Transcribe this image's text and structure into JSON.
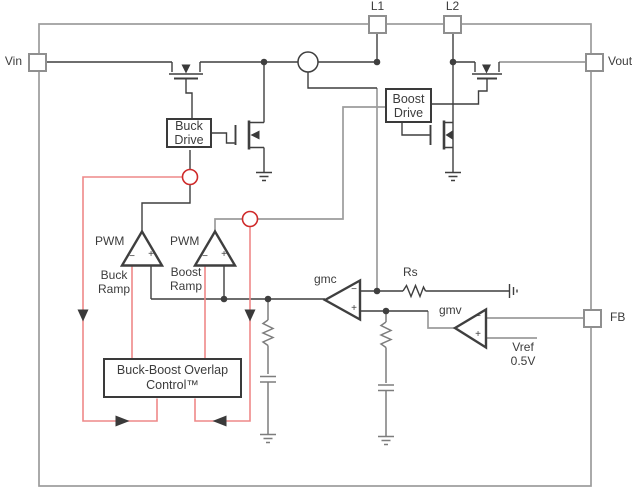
{
  "diagram": {
    "terminals": {
      "vin": "Vin",
      "l1": "L1",
      "l2": "L2",
      "vout": "Vout",
      "fb": "FB"
    },
    "blocks": {
      "buck_drive": {
        "line1": "Buck",
        "line2": "Drive"
      },
      "boost_drive": {
        "line1": "Boost",
        "line2": "Drive"
      },
      "overlap_control": {
        "line1": "Buck-Boost Overlap",
        "line2": "Control™"
      }
    },
    "comparators": {
      "buck": {
        "label": "PWM",
        "ramp_line1": "Buck",
        "ramp_line2": "Ramp"
      },
      "boost": {
        "label": "PWM",
        "ramp_line1": "Boost",
        "ramp_line2": "Ramp"
      }
    },
    "amps": {
      "gmc": "gmc",
      "gmv": "gmv"
    },
    "components": {
      "rs": "Rs",
      "vref_line1": "Vref",
      "vref_line2": "0.5V"
    },
    "signs": {
      "minus": "−",
      "plus": "+"
    },
    "colors": {
      "wire_dark": "#3f3f3f",
      "wire_gray": "#9c9c9c",
      "rc_gray": "#7d7d7d",
      "wire_red": "#ee8888",
      "node_red": "#cf2a2a",
      "arrow_color": "#3a3a3a",
      "text_color": "#3c3c3c",
      "terminal_border": "#8f8f8f",
      "block_border": "#3a3a3a"
    }
  }
}
